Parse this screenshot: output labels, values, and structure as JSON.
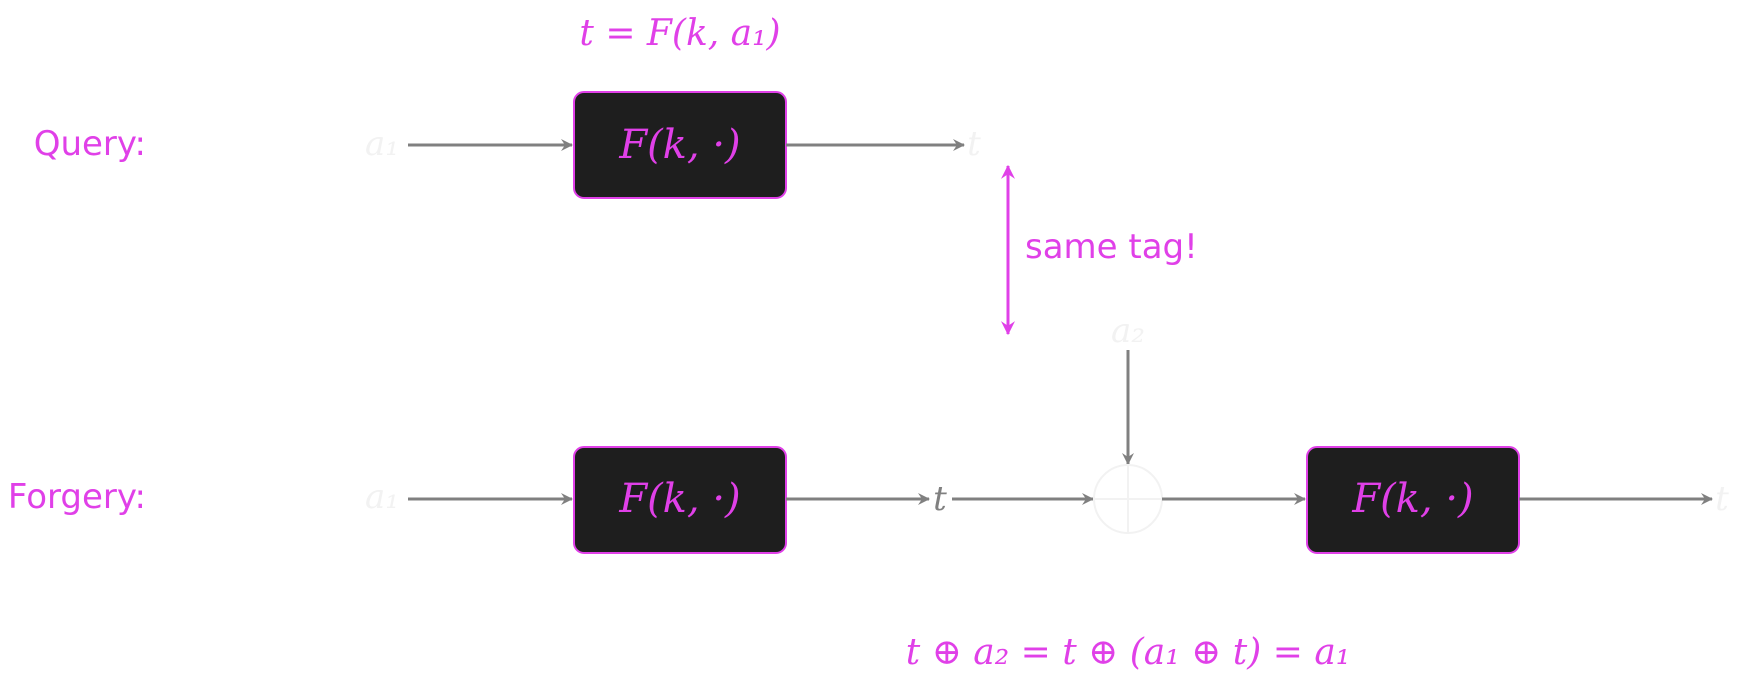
{
  "colors": {
    "accent": "#e040e8",
    "arrow": "#808080",
    "box_fill": "#1e1e1e",
    "faint": "#f2f2f2"
  },
  "rows": {
    "query_label": "Query:",
    "forgery_label": "Forgery:"
  },
  "query": {
    "formula": "t = F(k, a₁)",
    "input": "a₁",
    "box": "F(k, ·)",
    "output": "t"
  },
  "same_tag": "same tag!",
  "forgery": {
    "input": "a₁",
    "box1": "F(k, ·)",
    "mid": "t",
    "xor_input": "a₂",
    "xor_symbol": "⊕",
    "box2": "F(k, ·)",
    "output": "t",
    "equation": "t ⊕ a₂ = t ⊕ (a₁ ⊕ t) = a₁"
  }
}
